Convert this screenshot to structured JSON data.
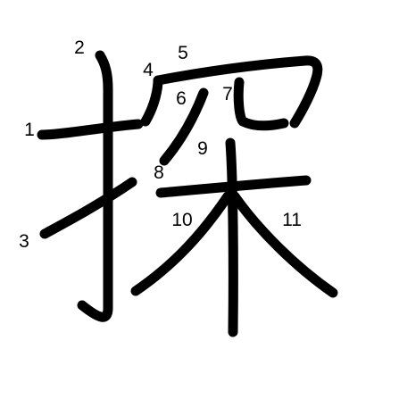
{
  "character": "探",
  "stroke_color": "#000000",
  "background": "#ffffff",
  "stroke_numbers": [
    "1",
    "2",
    "3",
    "4",
    "5",
    "6",
    "7",
    "8",
    "9",
    "10",
    "11"
  ]
}
